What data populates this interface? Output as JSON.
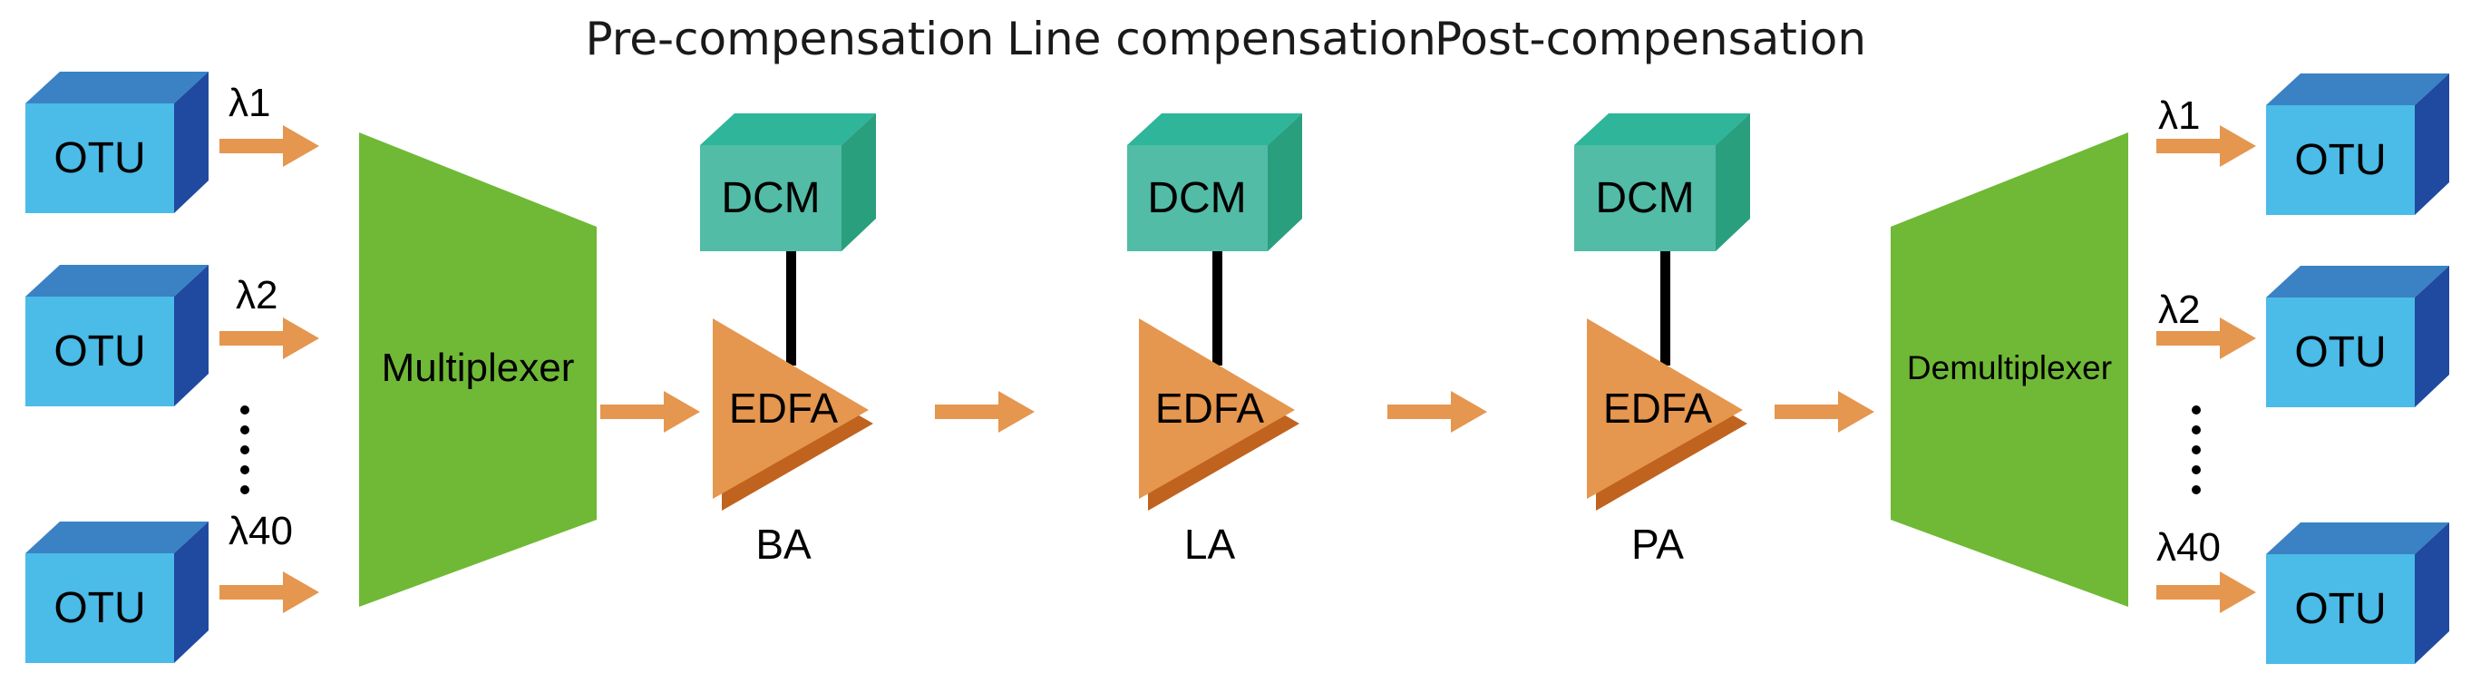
{
  "headers": {
    "pre": "Pre-compensation",
    "line": "Line compensation",
    "post": "Post-compensation"
  },
  "left_otus": [
    {
      "label": "OTU",
      "wavelength": "λ1"
    },
    {
      "label": "OTU",
      "wavelength": "λ2"
    },
    {
      "label": "OTU",
      "wavelength": "λ40"
    }
  ],
  "right_otus": [
    {
      "label": "OTU",
      "wavelength": "λ1"
    },
    {
      "label": "OTU",
      "wavelength": "λ2"
    },
    {
      "label": "OTU",
      "wavelength": "λ40"
    }
  ],
  "multiplexer": {
    "label": "Multiplexer"
  },
  "demultiplexer": {
    "label": "Demultiplexer"
  },
  "stages": [
    {
      "dcm": "DCM",
      "amp": "EDFA",
      "name": "BA"
    },
    {
      "dcm": "DCM",
      "amp": "EDFA",
      "name": "LA"
    },
    {
      "dcm": "DCM",
      "amp": "EDFA",
      "name": "PA"
    }
  ],
  "colors": {
    "otu_front": "#4bbbe8",
    "otu_top": "#3a82c4",
    "otu_side": "#2049a0",
    "mux": "#6fb936",
    "dcm_front": "#52bca6",
    "dcm_top": "#2eb59a",
    "dcm_side": "#2a9f7e",
    "amp": "#e5964f",
    "amp_shadow": "#c0631f",
    "arrow": "#e5964f",
    "connector": "#000000"
  }
}
